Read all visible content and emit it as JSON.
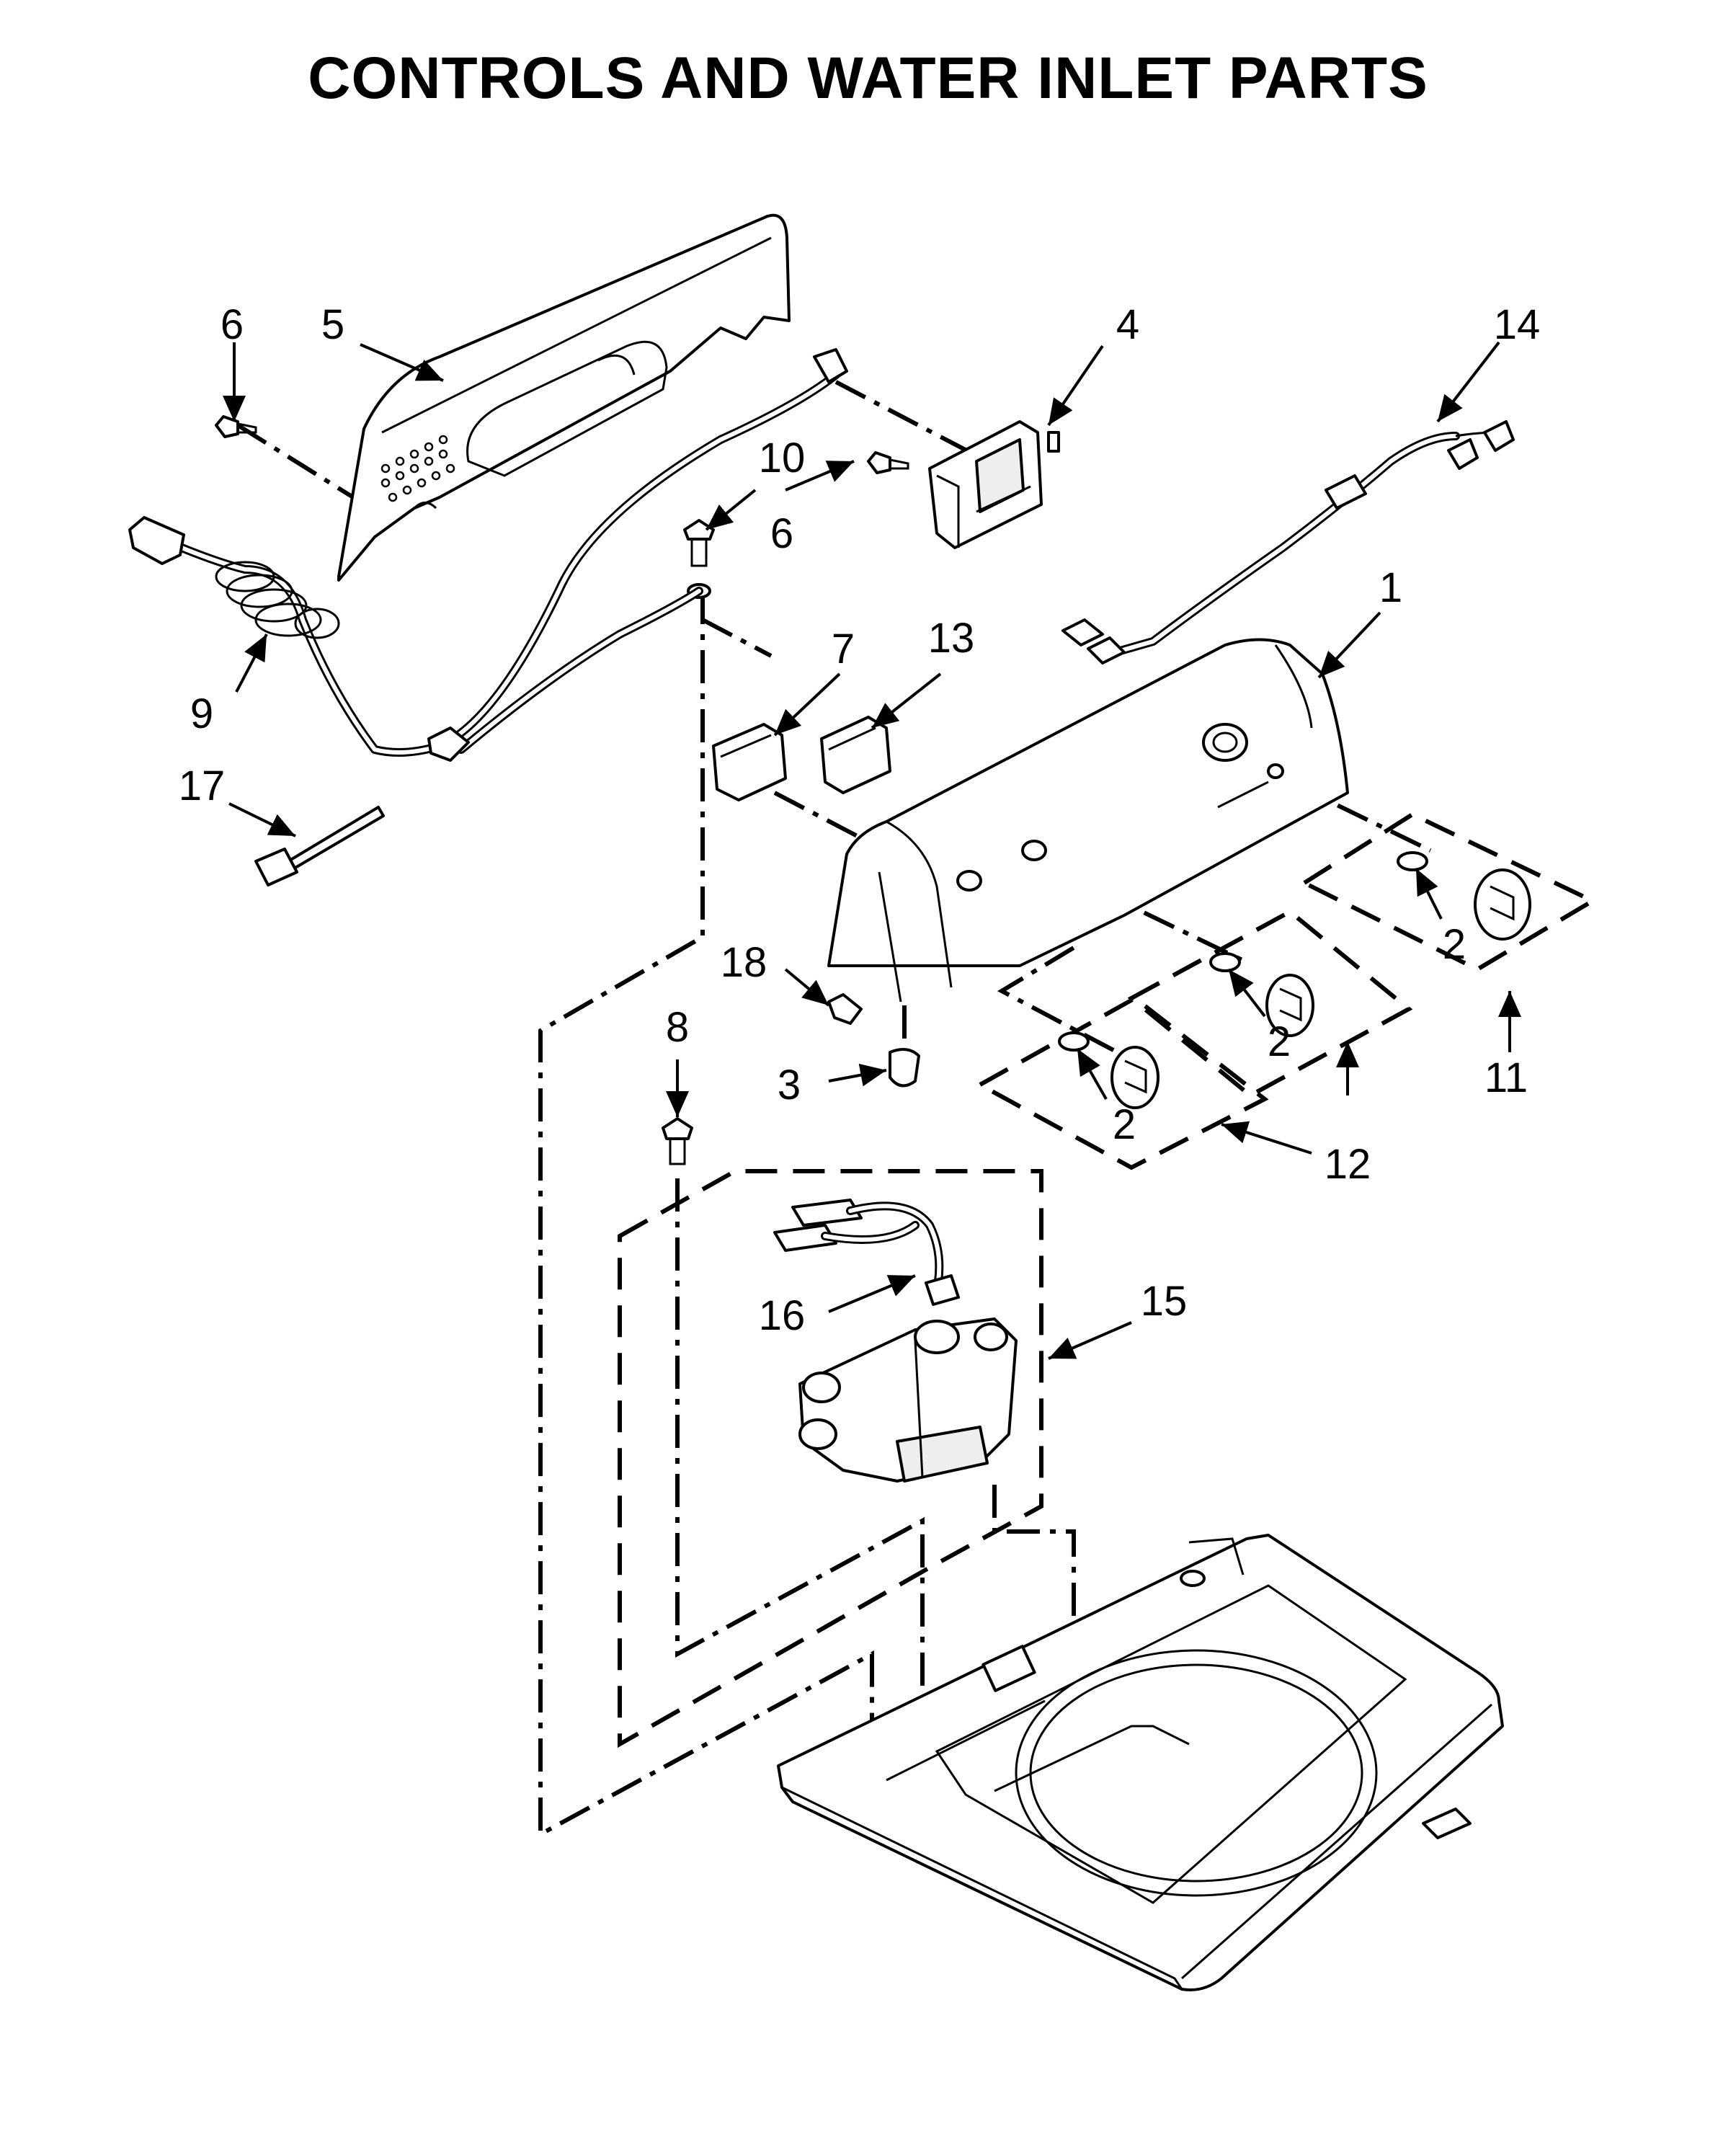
{
  "title": "CONTROLS AND WATER INLET PARTS",
  "callouts": {
    "c1": "1",
    "c2a": "2",
    "c2b": "2",
    "c2c": "2",
    "c3": "3",
    "c4": "4",
    "c5": "5",
    "c6a": "6",
    "c6b": "6",
    "c7": "7",
    "c8": "8",
    "c9": "9",
    "c10": "10",
    "c11": "11",
    "c12": "12",
    "c13": "13",
    "c14": "14",
    "c15": "15",
    "c16": "16",
    "c17": "17",
    "c18": "18"
  },
  "colors": {
    "ink": "#000000",
    "paper": "#ffffff"
  }
}
